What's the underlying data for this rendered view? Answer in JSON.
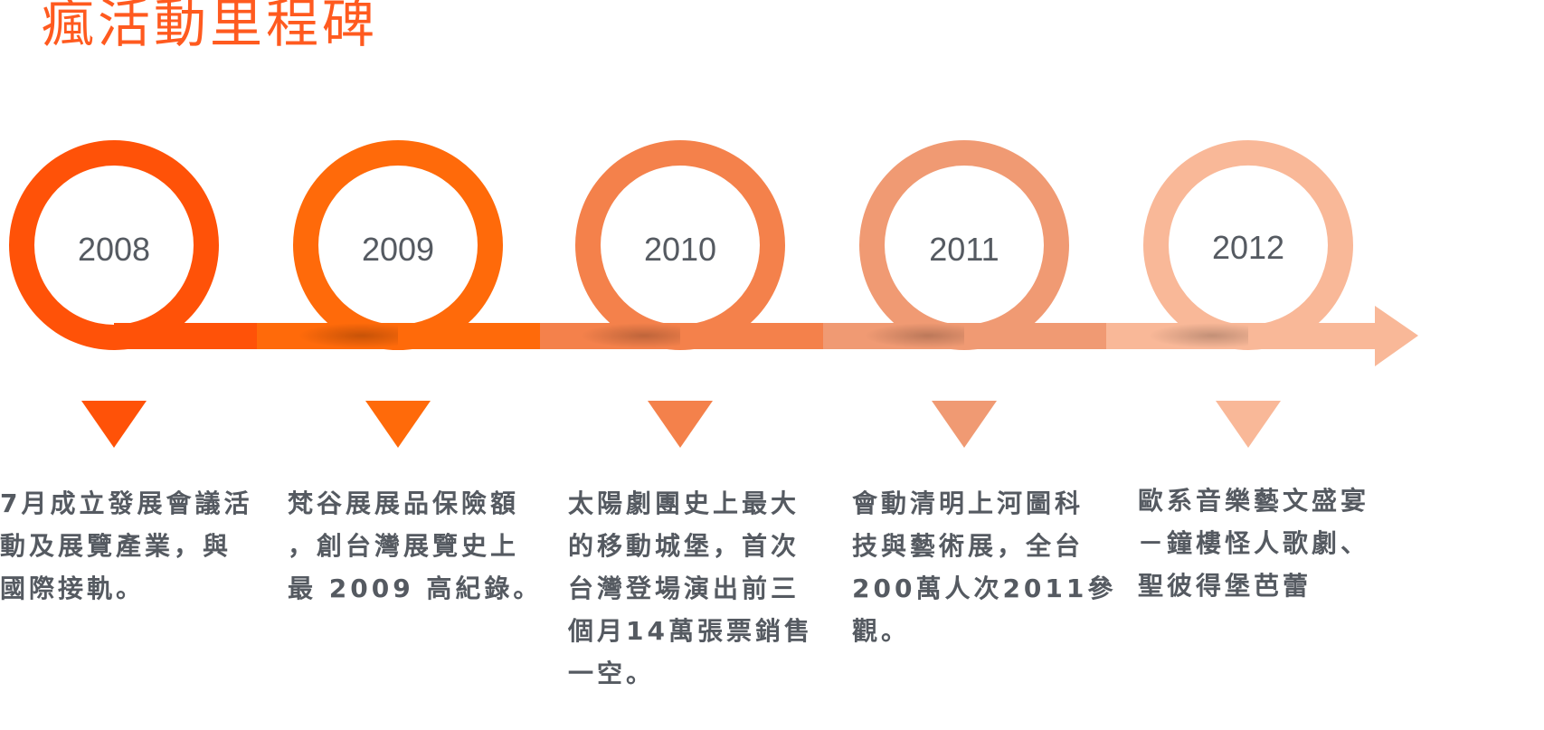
{
  "title": "瘋活動里程碑",
  "colors": {
    "title": "#ff5a1f",
    "text": "#555a61",
    "segments": [
      "#ff5208",
      "#ff6a0a",
      "#f4814b",
      "#f09a73",
      "#f9b898"
    ]
  },
  "milestones": [
    {
      "year": "2008",
      "lines": [
        "7月成立發展會議活",
        "動及展覽產業，與",
        "國際接軌。"
      ]
    },
    {
      "year": "2009",
      "lines": [
        "梵谷展展品保險額",
        "，創台灣展覽史上",
        "最 2009 高紀錄。"
      ]
    },
    {
      "year": "2010",
      "lines": [
        "太陽劇團史上最大",
        "的移動城堡，首次",
        "台灣登場演出前三",
        "個月14萬張票銷售",
        "一空。"
      ]
    },
    {
      "year": "2011",
      "lines": [
        "會動清明上河圖科",
        "技與藝術展，全台",
        "200萬人次2011參",
        "觀。"
      ]
    },
    {
      "year": "2012",
      "lines": [
        "歐系音樂藝文盛宴",
        "－鐘樓怪人歌劇、",
        "聖彼得堡芭蕾"
      ]
    }
  ]
}
